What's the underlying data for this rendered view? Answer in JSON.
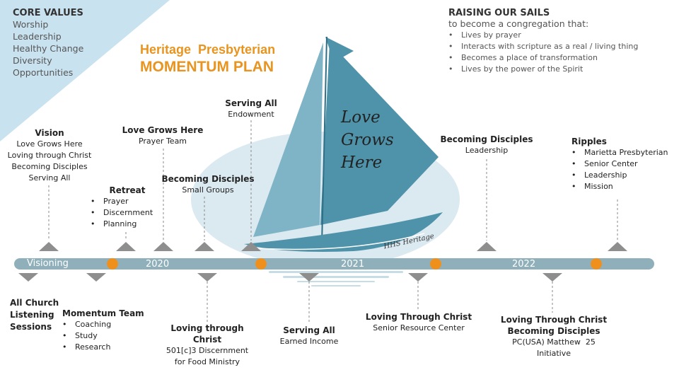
{
  "core_values": {
    "title": "CORE VALUES",
    "items": [
      "Worship",
      "Leadership",
      "Healthy Change",
      "Diversity",
      "Opportunities"
    ]
  },
  "plan": {
    "line1": "Heritage  Presbyterian",
    "line2": "MOMENTUM PLAN"
  },
  "sails": {
    "title": "RAISING OUR SAILS",
    "subtitle": "to become a congregation that:",
    "bullets": [
      "Lives by prayer",
      "Interacts with scripture as a real / living thing",
      "Becomes a place of transformation",
      "Lives by the power of the Spirit"
    ]
  },
  "boat": {
    "sail_text": [
      "Love",
      "Grows",
      "Here"
    ],
    "signature": "HHS Heritage"
  },
  "timeline": {
    "start_label": "Visioning",
    "years": [
      "2020",
      "2021",
      "2022"
    ]
  },
  "above": {
    "vision": {
      "title": "Vision",
      "lines": [
        "Love Grows Here",
        "Loving through Christ",
        "Becoming Disciples",
        "Serving All"
      ]
    },
    "retreat": {
      "title": "Retreat",
      "bullets": [
        "Prayer",
        "Discernment",
        "Planning"
      ]
    },
    "love_grows": {
      "title": "Love Grows Here",
      "lines": [
        "Prayer Team"
      ]
    },
    "becoming_small": {
      "title": "Becoming Disciples",
      "lines": [
        "Small Groups"
      ]
    },
    "serving_endow": {
      "title": "Serving All",
      "lines": [
        "Endowment"
      ]
    },
    "becoming_lead": {
      "title": "Becoming Disciples",
      "lines": [
        "Leadership"
      ]
    },
    "ripples": {
      "title": "Ripples",
      "bullets": [
        "Marietta Presbyterian",
        "Senior Center",
        "Leadership",
        "Mission"
      ]
    }
  },
  "below": {
    "listening": {
      "title": [
        "All Church",
        "Listening",
        "Sessions"
      ]
    },
    "momentum": {
      "title": "Momentum Team",
      "bullets": [
        "Coaching",
        "Study",
        "Research"
      ]
    },
    "loving_501": {
      "title": "Loving through Christ",
      "lines": [
        "501[c]3 Discernment",
        "for Food Ministry"
      ]
    },
    "serving_income": {
      "title": "Serving All",
      "lines": [
        "Earned Income"
      ]
    },
    "loving_senior": {
      "title": "Loving Through Christ",
      "lines": [
        "Senior Resource Center"
      ]
    },
    "loving_pcusa": {
      "title": [
        "Loving Through Christ",
        "Becoming Disciples"
      ],
      "lines": [
        "PC(USA) Matthew  25",
        "Initiative"
      ]
    }
  },
  "colors": {
    "accent": "#e8941f",
    "timeline": "#8fb0bb",
    "marker": "#8e8e8e",
    "sail": "#4f93aa",
    "corner": "#c9e2ef",
    "sun": "#dbe9f1"
  }
}
